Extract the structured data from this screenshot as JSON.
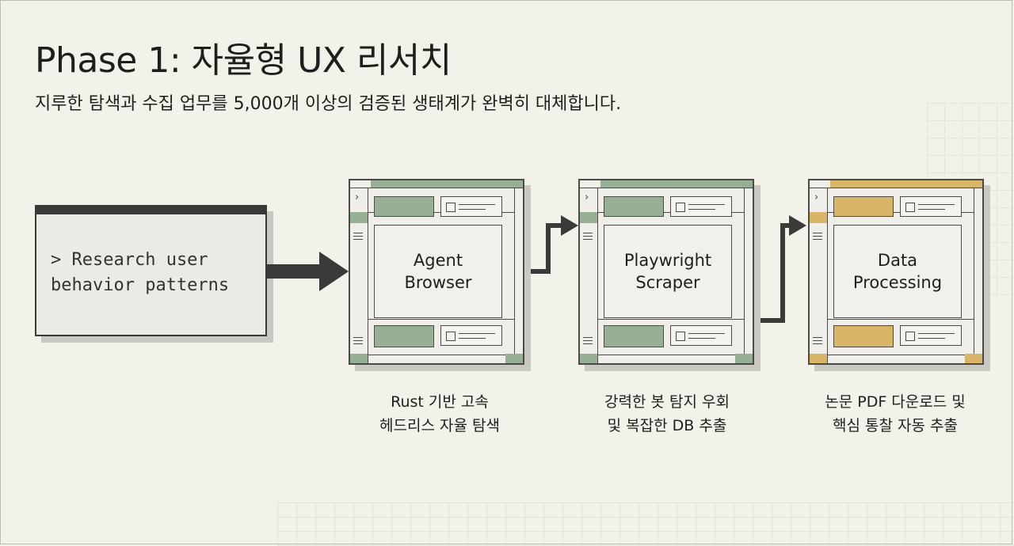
{
  "title": "Phase 1: 자율형 UX 리서치",
  "subtitle": "지루한 탐색과 수집 업무를 5,000개 이상의 검증된 생태계가 완벽히 대체합니다.",
  "terminal": {
    "line1": "> Research user",
    "line2": "behavior patterns"
  },
  "steps": [
    {
      "label_line1": "Agent",
      "label_line2": "Browser",
      "caption_line1": "Rust 기반 고속",
      "caption_line2": "헤드리스 자율 탐색",
      "accent": "#97b095"
    },
    {
      "label_line1": "Playwright",
      "label_line2": "Scraper",
      "caption_line1": "강력한 봇 탐지 우회",
      "caption_line2": "및 복잡한 DB 추출",
      "accent": "#97b095"
    },
    {
      "label_line1": "Data",
      "label_line2": "Processing",
      "caption_line1": "논문 PDF 다운로드 및",
      "caption_line2": "핵심 통찰 자동 추출",
      "accent": "#d9b56a"
    }
  ],
  "icons": {
    "prompt": "chevron-right-icon",
    "menu": "hamburger-menu-icon",
    "arrow": "arrow-right-icon"
  },
  "colors": {
    "background": "#f2f1ea",
    "ink": "#3a3a38",
    "green": "#97b095",
    "orange": "#d9b56a"
  }
}
